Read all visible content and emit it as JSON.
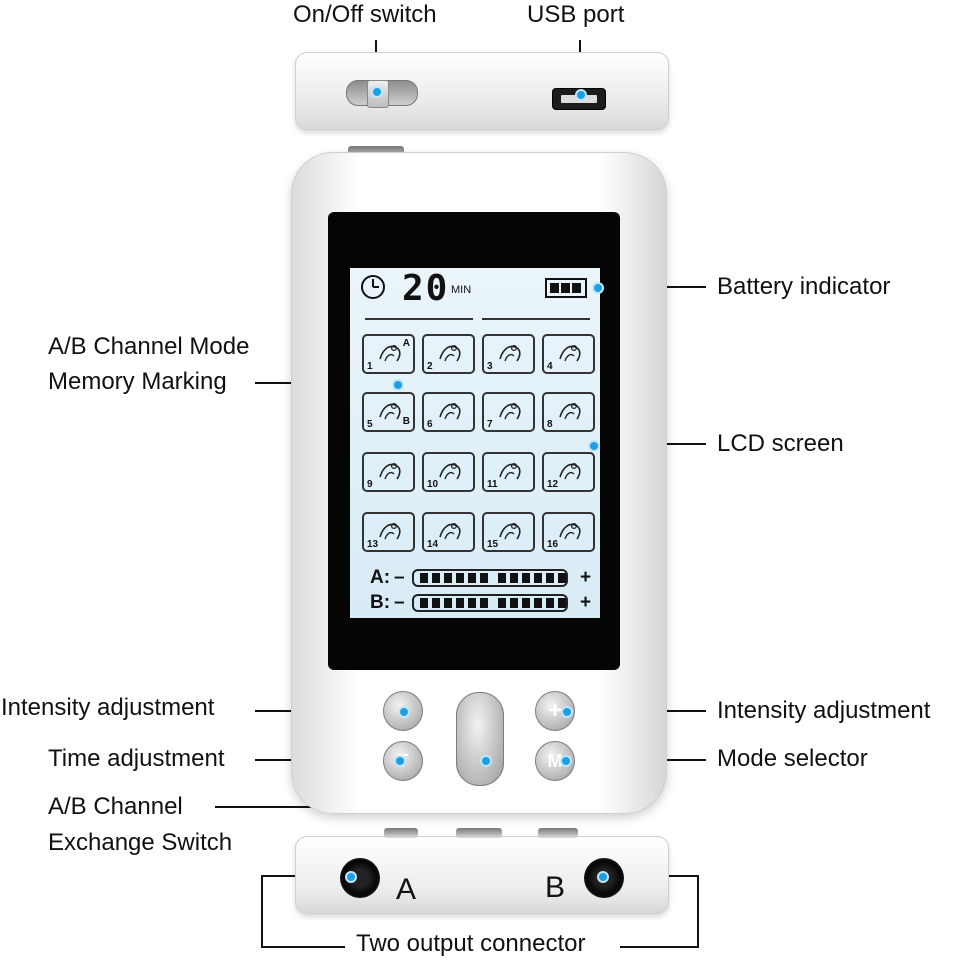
{
  "labels": {
    "on_off_switch": "On/Off switch",
    "usb_port": "USB port",
    "battery_indicator": "Battery indicator",
    "memory_marking_line1": "A/B Channel Mode",
    "memory_marking_line2": "Memory Marking",
    "lcd_screen": "LCD screen",
    "intensity_left": "Intensity  adjustment",
    "intensity_right": "Intensity  adjustment",
    "time_adjustment": "Time adjustment",
    "mode_selector": "Mode selector",
    "exchange_line1": "A/B Channel",
    "exchange_line2": "Exchange Switch",
    "output_connector": "Two output connector",
    "jack_a": "A",
    "jack_b": "B"
  },
  "lcd": {
    "timer_value": "20",
    "timer_unit": "MIN",
    "modes": [
      "1",
      "2",
      "3",
      "4",
      "5",
      "6",
      "7",
      "8",
      "9",
      "10",
      "11",
      "12",
      "13",
      "14",
      "15",
      "16"
    ],
    "channel_a_marker": "A",
    "channel_b_marker": "B",
    "channel_a_label": "A:",
    "channel_b_label": "B:",
    "minus": "–",
    "plus": "+"
  },
  "buttons": {
    "minus_glyph": "–",
    "plus_glyph": "+",
    "time_glyph": "T",
    "mode_glyph": "M"
  },
  "colors": {
    "pointer_dot": "#1f9fe3",
    "lcd_backlight": "#dcedf7"
  }
}
